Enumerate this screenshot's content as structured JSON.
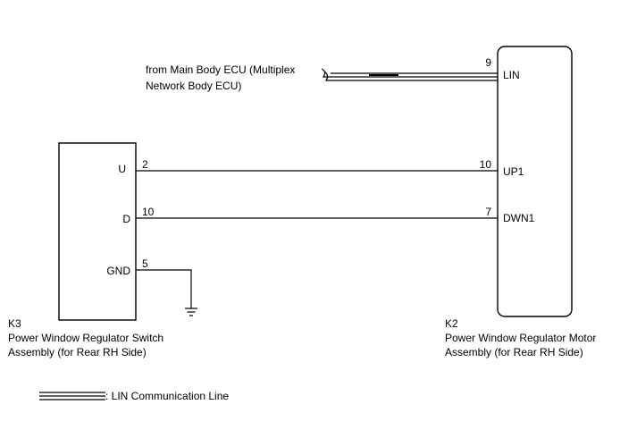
{
  "source_note": {
    "line1": "from Main Body ECU (Multiplex",
    "line2": "Network Body ECU)"
  },
  "k3": {
    "code": "K3",
    "name_line1": "Power Window Regulator Switch",
    "name_line2": "Assembly (for Rear RH Side)",
    "terminals": [
      {
        "label": "U",
        "pin": "2"
      },
      {
        "label": "D",
        "pin": "10"
      },
      {
        "label": "GND",
        "pin": "5"
      }
    ]
  },
  "k2": {
    "code": "K2",
    "name_line1": "Power Window Regulator Motor",
    "name_line2": "Assembly (for Rear RH Side)",
    "terminals": [
      {
        "label": "LIN",
        "pin": "9"
      },
      {
        "label": "UP1",
        "pin": "10"
      },
      {
        "label": "DWN1",
        "pin": "7"
      }
    ]
  },
  "legend": {
    "text": ": LIN Communication Line"
  }
}
